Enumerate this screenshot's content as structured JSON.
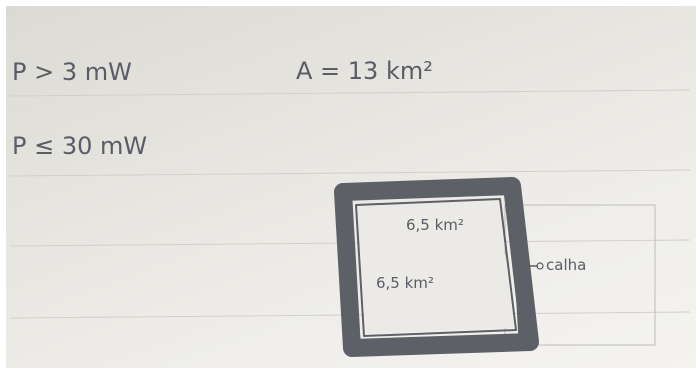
{
  "notes": {
    "line1": "P > 3 mW",
    "area_equation": "A = 13 km²",
    "line2": "P ≤ 30 mW"
  },
  "drawing": {
    "top_area_label": "6,5 km²",
    "inner_area_label": "6,5 km²",
    "gutter_label": "calha"
  }
}
